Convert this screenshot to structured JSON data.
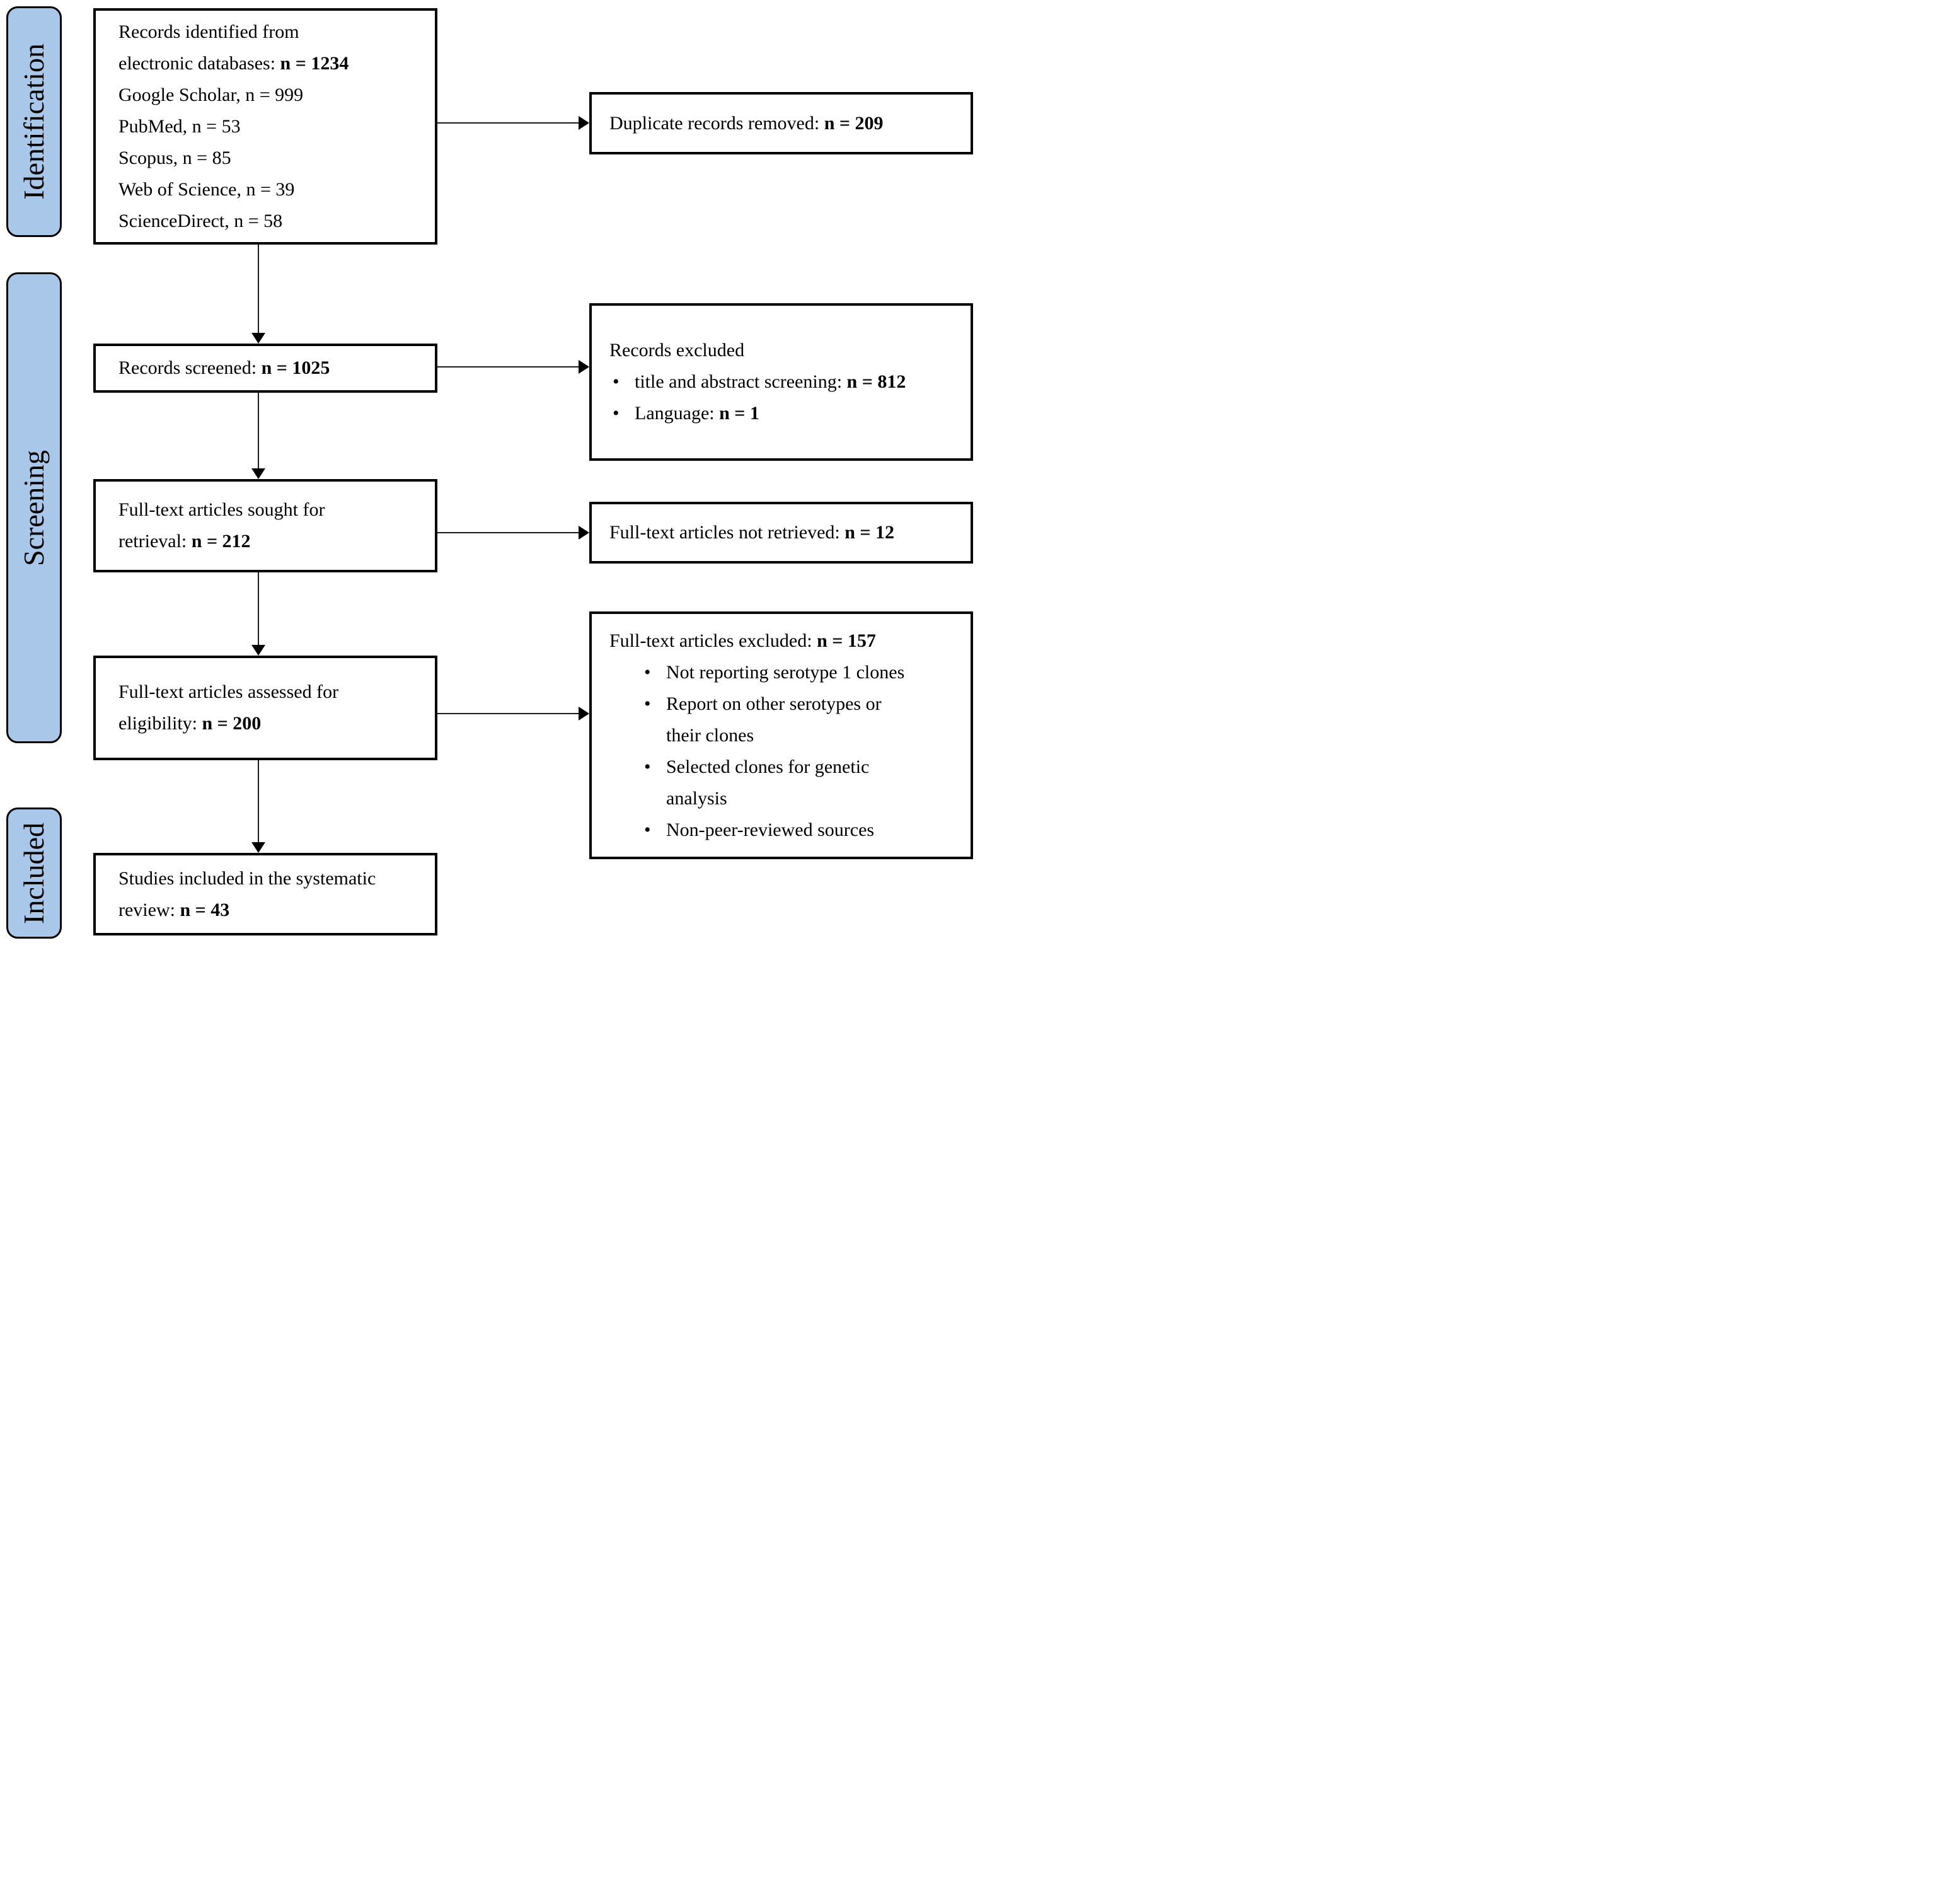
{
  "colors": {
    "stage_fill": "#a9c7e9",
    "border": "#000000",
    "background": "#ffffff",
    "arrow": "#1a1a1a"
  },
  "bullet_char": "•",
  "stages": {
    "identification": "Identification",
    "screening": "Screening",
    "included": "Included"
  },
  "flow": {
    "records_identified": {
      "line1": "Records identified from",
      "line2_pre": "electronic databases: ",
      "line2_bold": "n = 1234",
      "source1": "Google Scholar, n = 999",
      "source2": "PubMed, n = 53",
      "source3": "Scopus, n = 85",
      "source4": "Web of Science, n = 39",
      "source5": "ScienceDirect, n = 58"
    },
    "records_screened": {
      "pre": "Records screened: ",
      "bold": "n = 1025"
    },
    "fulltext_sought": {
      "line1": "Full-text articles sought for",
      "line2_pre": "retrieval: ",
      "line2_bold": "n = 212"
    },
    "fulltext_assessed": {
      "line1": "Full-text articles assessed for",
      "line2_pre": "eligibility: ",
      "line2_bold": "n = 200"
    },
    "studies_included": {
      "line1": "Studies included in the systematic",
      "line2_pre": "review: ",
      "line2_bold": "n = 43"
    }
  },
  "exclusions": {
    "duplicates": {
      "pre": "Duplicate records removed: ",
      "bold": "n = 209"
    },
    "records_excluded": {
      "title": "Records excluded",
      "bullet1_pre": "title and abstract screening: ",
      "bullet1_bold": "n = 812",
      "bullet2_pre": "Language: ",
      "bullet2_bold": "n = 1"
    },
    "not_retrieved": {
      "pre": "Full-text articles not retrieved: ",
      "bold": "n = 12"
    },
    "fulltext_excluded": {
      "title_pre": "Full-text articles excluded: ",
      "title_bold": "n = 157",
      "bullet1": "Not reporting serotype 1 clones",
      "bullet2_line1": "Report on other serotypes or",
      "bullet2_line2": "their clones",
      "bullet3_line1": "Selected clones for genetic",
      "bullet3_line2": "analysis",
      "bullet4": "Non-peer-reviewed sources"
    }
  }
}
